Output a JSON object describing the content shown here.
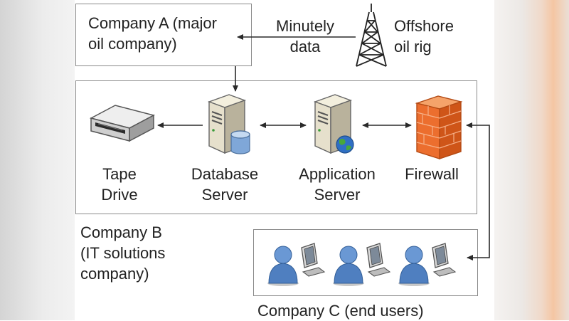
{
  "company_a": {
    "label": "Company A (major\noil company)"
  },
  "data_flow": {
    "label": "Minutely\ndata"
  },
  "oil_rig": {
    "label": "Offshore\noil rig"
  },
  "company_b": {
    "label": "Company B\n(IT solutions\ncompany)"
  },
  "company_c": {
    "label": "Company C (end users)"
  },
  "nodes": {
    "tape_drive": "Tape\nDrive",
    "database_server": "Database\nServer",
    "application_server": "Application\nServer",
    "firewall": "Firewall"
  },
  "colors": {
    "box_border": "#8a8a8a",
    "arrow": "#2a2a2a",
    "firewall": "#e8692a",
    "user": "#4f7fc0",
    "server_body": "#e6e0cc"
  },
  "icons": [
    "tower-icon",
    "tape-drive-icon",
    "database-server-icon",
    "application-server-icon",
    "firewall-icon",
    "user-computer-icon"
  ]
}
